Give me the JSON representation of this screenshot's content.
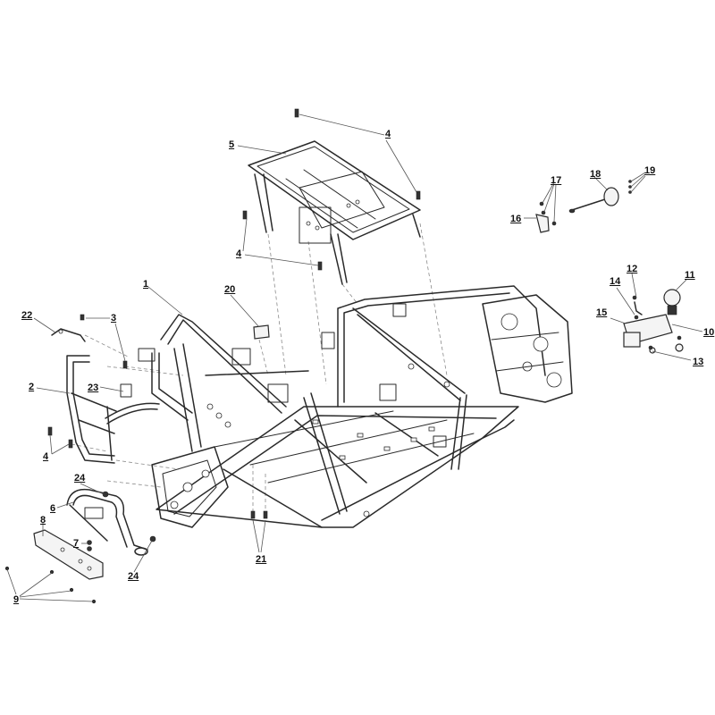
{
  "callouts": [
    {
      "id": "c1",
      "label": "1"
    },
    {
      "id": "c2",
      "label": "2"
    },
    {
      "id": "c3",
      "label": "3"
    },
    {
      "id": "c4a",
      "label": "4"
    },
    {
      "id": "c4b",
      "label": "4"
    },
    {
      "id": "c4c",
      "label": "4"
    },
    {
      "id": "c5",
      "label": "5"
    },
    {
      "id": "c6",
      "label": "6"
    },
    {
      "id": "c7",
      "label": "7"
    },
    {
      "id": "c8",
      "label": "8"
    },
    {
      "id": "c9",
      "label": "9"
    },
    {
      "id": "c10",
      "label": "10"
    },
    {
      "id": "c11",
      "label": "11"
    },
    {
      "id": "c12",
      "label": "12"
    },
    {
      "id": "c13",
      "label": "13"
    },
    {
      "id": "c14",
      "label": "14"
    },
    {
      "id": "c15",
      "label": "15"
    },
    {
      "id": "c16",
      "label": "16"
    },
    {
      "id": "c17",
      "label": "17"
    },
    {
      "id": "c18",
      "label": "18"
    },
    {
      "id": "c19",
      "label": "19"
    },
    {
      "id": "c20",
      "label": "20"
    },
    {
      "id": "c21",
      "label": "21"
    },
    {
      "id": "c22",
      "label": "22"
    },
    {
      "id": "c23",
      "label": "23"
    },
    {
      "id": "c24a",
      "label": "24"
    },
    {
      "id": "c24b",
      "label": "24"
    }
  ]
}
